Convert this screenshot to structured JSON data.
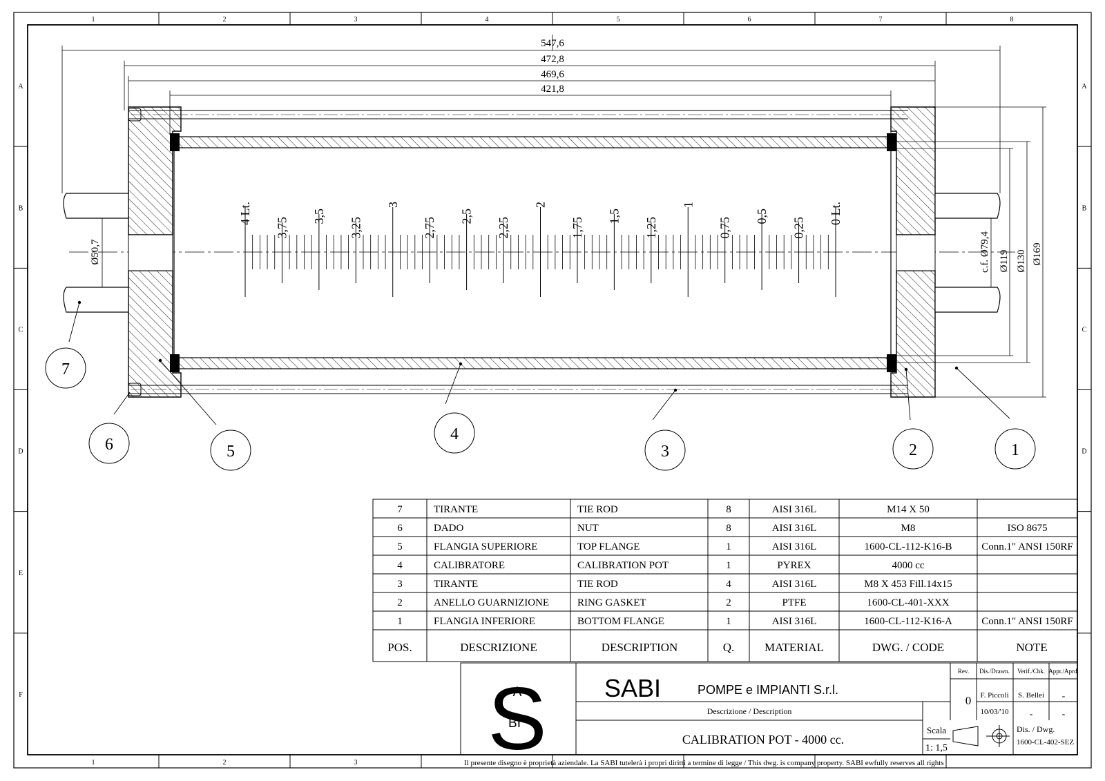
{
  "frame": {
    "cols": [
      "1",
      "2",
      "3",
      "4",
      "5",
      "6",
      "7",
      "8"
    ],
    "rows": [
      "A",
      "B",
      "C",
      "D",
      "E",
      "F"
    ],
    "bottom_cols": [
      "1",
      "2",
      "3"
    ]
  },
  "dimensions": {
    "overall": "547,6",
    "flange_to_flange": "472,8",
    "tie_rod": "469,6",
    "glass_length": "421,8",
    "port_left": "Ø50,7",
    "port_right": "c.f. Ø79,4",
    "dia_119": "Ø119",
    "dia_130": "Ø130",
    "dia_169": "Ø169"
  },
  "graduations": [
    "4 Lt.",
    "3,75",
    "3,5",
    "3,25",
    "3",
    "2,75",
    "2,5",
    "2,25",
    "2",
    "1,75",
    "1,5",
    "1,25",
    "1",
    "0,75",
    "0,5",
    "0,25",
    "0 Lt."
  ],
  "balloons": [
    "7",
    "6",
    "5",
    "4",
    "3",
    "2",
    "1"
  ],
  "bom": {
    "headers": {
      "pos": "POS.",
      "descr_it": "DESCRIZIONE",
      "descr_en": "DESCRIPTION",
      "qty": "Q.",
      "material": "MATERIAL",
      "code": "DWG. / CODE",
      "note": "NOTE"
    },
    "rows": [
      {
        "pos": "7",
        "it": "TIRANTE",
        "en": "TIE ROD",
        "q": "8",
        "mat": "AISI 316L",
        "code": "M14 X 50",
        "note": ""
      },
      {
        "pos": "6",
        "it": "DADO",
        "en": "NUT",
        "q": "8",
        "mat": "AISI 316L",
        "code": "M8",
        "note": "ISO 8675"
      },
      {
        "pos": "5",
        "it": "FLANGIA SUPERIORE",
        "en": "TOP FLANGE",
        "q": "1",
        "mat": "AISI 316L",
        "code": "1600-CL-112-K16-B",
        "note": "Conn.1\" ANSI 150RF"
      },
      {
        "pos": "4",
        "it": "CALIBRATORE",
        "en": "CALIBRATION POT",
        "q": "1",
        "mat": "PYREX",
        "code": "4000 cc",
        "note": ""
      },
      {
        "pos": "3",
        "it": "TIRANTE",
        "en": "TIE ROD",
        "q": "4",
        "mat": "AISI 316L",
        "code": "M8 X 453 Fill.14x15",
        "note": ""
      },
      {
        "pos": "2",
        "it": "ANELLO GUARNIZIONE",
        "en": "RING GASKET",
        "q": "2",
        "mat": "PTFE",
        "code": "1600-CL-401-XXX",
        "note": ""
      },
      {
        "pos": "1",
        "it": "FLANGIA INFERIORE",
        "en": "BOTTOM FLANGE",
        "q": "1",
        "mat": "AISI 316L",
        "code": "1600-CL-112-K16-A",
        "note": "Conn.1\" ANSI 150RF"
      }
    ]
  },
  "title_block": {
    "logo_letters": {
      "big": "S",
      "top": "A",
      "bottom": "BI"
    },
    "company": "SABI",
    "company_sub": "POMPE e IMPIANTI S.r.l.",
    "descr_label": "Descrizione / Description",
    "title": "CALIBRATION POT - 4000 cc.",
    "scale_label": "Scala",
    "scale": "1: 1,5",
    "rev_label": "Rev.",
    "rev": "0",
    "drawn_label": "Dis./Drawn.",
    "drawn_by": "F. Piccoli",
    "date": "10/03/'10",
    "checked_label": "Verif./Chk.",
    "checked_by": "S. Bellei",
    "checked_date": "-",
    "approved_label": "Appr./Aprd.",
    "approved_by": "-",
    "approved_date": "-",
    "dwg_label": "Dis. / Dwg.",
    "dwg_no": "1600-CL-402-SEZ"
  },
  "footer": "Il presente disegno è proprietà aziendale. La SABI tutelerà i propri diritti a termine di legge / This dwg. is company  property. SABI ewfully  reserves all rights"
}
